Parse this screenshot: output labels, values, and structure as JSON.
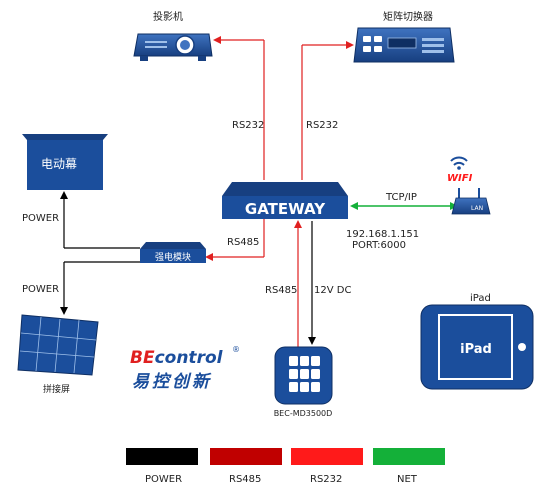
{
  "devices": {
    "projector": "投影机",
    "matrix": "矩阵切换器",
    "screen": "电动幕",
    "power_module": "强电模块",
    "splice_screen": "拼接屏",
    "gateway": "GATEWAY",
    "wifi": "WIFI",
    "lan": "LAN",
    "panel_model": "BEC-MD3500D",
    "ipad_top": "iPad",
    "ipad_screen": "iPad"
  },
  "connections": {
    "rs232_left": "RS232",
    "rs232_right": "RS232",
    "rs485_module": "RS485",
    "rs485_panel": "RS485",
    "power_top": "POWER",
    "power_bottom": "POWER",
    "tcpip": "TCP/IP",
    "ip": "192.168.1.151",
    "port": "PORT:6000",
    "dc": "12V DC"
  },
  "brand": {
    "logo": "BEcontrol",
    "registered": "®",
    "cn": "易控创新"
  },
  "legend": [
    {
      "label": "POWER",
      "color": "#000000"
    },
    {
      "label": "RS485",
      "color": "#c00000"
    },
    {
      "label": "RS232",
      "color": "#ff1a1a"
    },
    {
      "label": "NET",
      "color": "#14b039"
    }
  ],
  "colors": {
    "device_blue": "#1b4e9c",
    "rs232": "#ff1a1a",
    "rs485": "#c00000",
    "power": "#000000",
    "net": "#14b039"
  }
}
